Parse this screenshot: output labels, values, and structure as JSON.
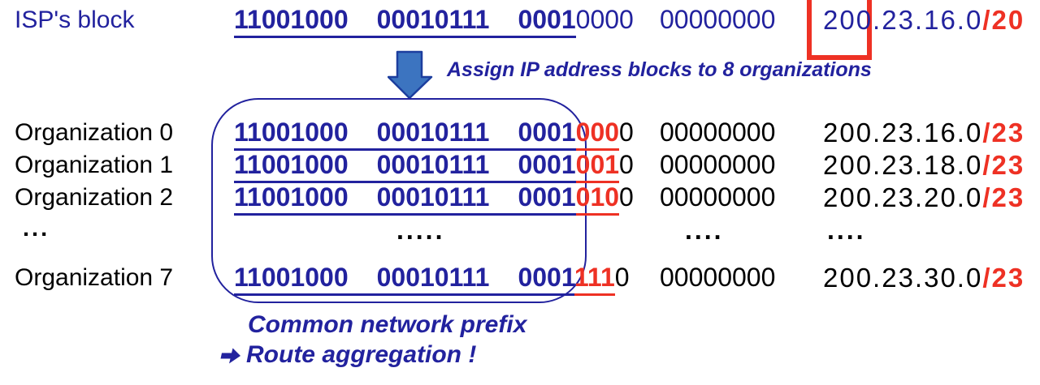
{
  "isp_row": {
    "label": "ISP's block",
    "prefix_octets": [
      "11001000",
      "00010111",
      "0001"
    ],
    "boxed_bits": "0000",
    "octet4": "00000000",
    "ip": "200.23.16.0",
    "mask": "/20"
  },
  "annotation": {
    "assign_text": "Assign IP address blocks to 8 organizations"
  },
  "organizations": [
    {
      "label": "Organization 0",
      "prefix_octets": [
        "11001000",
        "00010111",
        "0001"
      ],
      "subnet_bits": "000",
      "trailing_bit": "0",
      "octet4": "00000000",
      "ip": "200.23.16.0",
      "mask": "/23"
    },
    {
      "label": "Organization 1",
      "prefix_octets": [
        "11001000",
        "00010111",
        "0001"
      ],
      "subnet_bits": "001",
      "trailing_bit": "0",
      "octet4": "00000000",
      "ip": "200.23.18.0",
      "mask": "/23"
    },
    {
      "label": "Organization 2",
      "prefix_octets": [
        "11001000",
        "00010111",
        "0001"
      ],
      "subnet_bits": "010",
      "trailing_bit": "0",
      "octet4": "00000000",
      "ip": "200.23.20.0",
      "mask": "/23"
    },
    {
      "label": "Organization 7",
      "prefix_octets": [
        "11001000",
        "00010111",
        "0001"
      ],
      "subnet_bits": "111",
      "trailing_bit": "0",
      "octet4": "00000000",
      "ip": "200.23.30.0",
      "mask": "/23"
    }
  ],
  "ellipsis_row": {
    "label_dots": "...",
    "binary_dots": ".....",
    "octet4_dots": "....",
    "ip_dots": "...."
  },
  "footer": {
    "line1": "Common network prefix",
    "line2": "Route aggregation !"
  },
  "colors": {
    "navy": "#22229E",
    "red": "#EE3124",
    "black": "#000000",
    "arrow_fill": "#3C74C0",
    "arrow_stroke": "#1C3E9E"
  }
}
